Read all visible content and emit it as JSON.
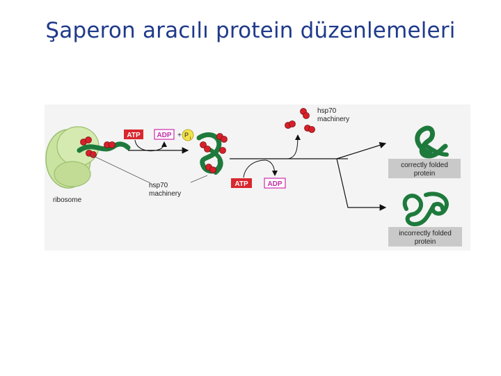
{
  "slide": {
    "title": "Şaperon aracılı protein düzenlemeleri"
  },
  "diagram": {
    "ribosome_label": "ribosome",
    "hsp70_label_1": "hsp70",
    "hsp70_label_2": "machinery",
    "atp": "ATP",
    "adp": "ADP",
    "plus": "+",
    "pi": "P",
    "pi_sub": "i",
    "correct_label_1": "correctly folded",
    "correct_label_2": "protein",
    "incorrect_label_1": "incorrectly folded",
    "incorrect_label_2": "protein",
    "colors": {
      "ribosome": "#c9e3a0",
      "protein": "#1e7a3c",
      "chaperone": "#d8202a",
      "atp_fill": "#d9272e",
      "adp_border": "#d13ab4",
      "pi_fill": "#f2e34a",
      "title": "#1f3a8a"
    }
  }
}
